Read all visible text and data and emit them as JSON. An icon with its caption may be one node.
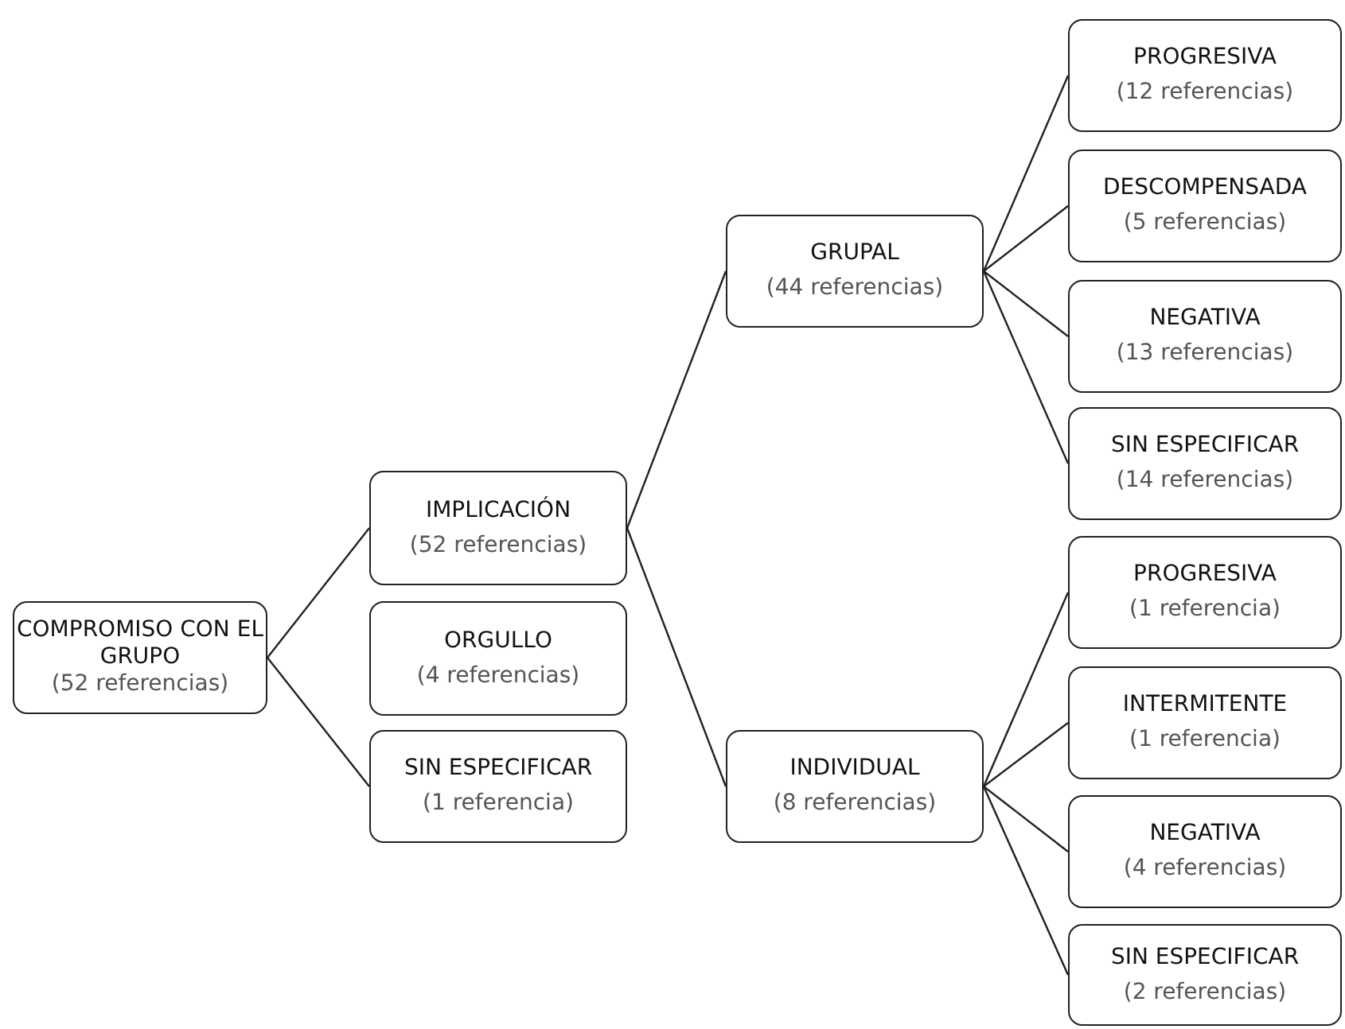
{
  "diagram": {
    "nodes": [
      {
        "text": [
          "COMPROMISO CON EL GRUPO",
          "(52 referencias)"
        ]
      },
      {
        "text": [
          "IMPLICACIÓN",
          "(52 referencias)"
        ]
      },
      {
        "text": [
          "ORGULLO",
          "(4 referencias)"
        ]
      },
      {
        "text": [
          "SIN ESPECIFICAR",
          "(1 referencia)"
        ]
      },
      {
        "text": [
          "GRUPAL",
          "(44 referencias)"
        ]
      },
      {
        "text": [
          "PROGRESIVA",
          "(12 referencias)"
        ]
      },
      {
        "text": [
          "DESCOMPENSADA",
          "(5 referencias)"
        ]
      },
      {
        "text": [
          "NEGATIVA",
          "(13 referencias)"
        ]
      },
      {
        "text": [
          "SIN ESPECIFICAR",
          "(14 referencias)"
        ]
      },
      {
        "text": [
          "INDIVIDUAL",
          "(8 referencias)"
        ]
      },
      {
        "text": [
          "PROGRESIVA",
          "(1 referencia)"
        ]
      },
      {
        "text": [
          "INTERMITENTE",
          "(1 referencia)"
        ]
      },
      {
        "text": [
          "NEGATIVA",
          "(4 referencias)"
        ]
      },
      {
        "text": [
          "SIN ESPECIFICAR",
          "(2 referencias)"
        ]
      }
    ],
    "edges": [
      {
        "from": 0,
        "to": 1,
        "arrow": "none"
      },
      {
        "from": 0,
        "to": 3,
        "arrow": "none"
      },
      {
        "from": 1,
        "to": 4,
        "arrow": "none"
      },
      {
        "from": 1,
        "to": 9,
        "arrow": "none"
      },
      {
        "from": 4,
        "to": 5,
        "arrow": "none"
      },
      {
        "from": 4,
        "to": 6,
        "arrow": "none"
      },
      {
        "from": 4,
        "to": 7,
        "arrow": "none"
      },
      {
        "from": 4,
        "to": 8,
        "arrow": "none"
      },
      {
        "from": 9,
        "to": 10,
        "arrow": "none"
      },
      {
        "from": 9,
        "to": 11,
        "arrow": "none"
      },
      {
        "from": 9,
        "to": 12,
        "arrow": "none"
      },
      {
        "from": 9,
        "to": 13,
        "arrow": "none"
      }
    ]
  }
}
